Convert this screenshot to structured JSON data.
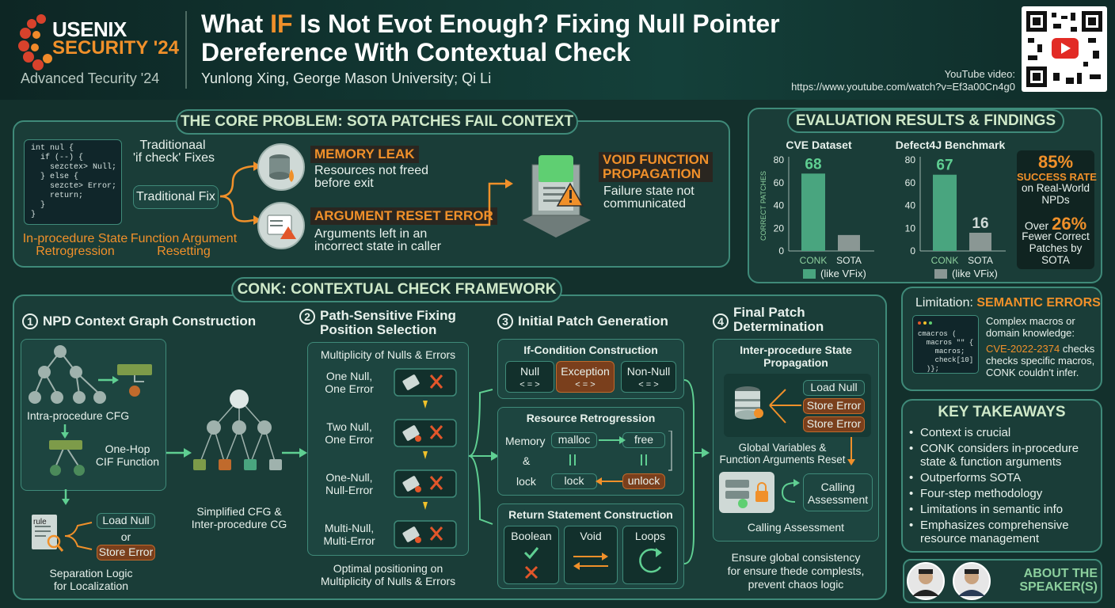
{
  "header": {
    "logo_line1": "USENIX",
    "logo_line2": "SECURITY '24",
    "logo_sub": "Advanced Tecurity '24",
    "title_part1": "What ",
    "title_highlight": "IF",
    "title_part2": " Is Not Evot Enough? Fixing Null Pointer Dereference With Contextual Check",
    "authors": "Yunlong Xing, George Mason University; Qi Li",
    "youtube_label": "YouTube video:",
    "youtube_url": "https://www.youtube.com/watch?v=Ef3a00Cn4g0"
  },
  "core_problem": {
    "heading": "THE CORE PROBLEM: SOTA PATCHES FAIL CONTEXT",
    "code": "int nul {\n  if (--) {\n    sezctex> Null;\n  } else {\n    sezcte> Error;\n    return;\n  }\n}",
    "caption_left": "In-procedure State\nRetrogression",
    "traditional_if": "Traditionaal\n'if check' Fixes",
    "traditional_fix": "Traditional Fix",
    "caption_mid": "Function Argument\nResetting",
    "memory_leak_title": "MEMORY LEAK",
    "memory_leak_desc": "Resources not freed\nbefore exit",
    "arg_reset_title": "ARGUMENT RESET ERROR",
    "arg_reset_desc": "Arguments left in an\nincorrect state in caller",
    "void_title": "VOID FUNCTION\nPROPAGATION",
    "void_desc": "Failure state not\ncommunicated"
  },
  "evaluation": {
    "heading": "EVALUATION RESULTS & FINDINGS",
    "success_pct": "85%",
    "success_label": "SUCCESS RATE",
    "success_sub": "on Real-World\nNPDs",
    "fewer_prefix": "Over ",
    "fewer_pct": "26%",
    "fewer_sub": "Fewer Correct\nPatches by\nSOTA"
  },
  "chart_data": [
    {
      "type": "bar",
      "title": "CVE Dataset",
      "ylabel": "CORRECT PATCHES",
      "categories": [
        "CONK",
        "SOTA"
      ],
      "values": [
        68,
        14
      ],
      "data_labels": [
        "68",
        ""
      ],
      "yticks": [
        0,
        20,
        40,
        60,
        80
      ],
      "ylim": [
        0,
        80
      ],
      "legend": "(like VFix)",
      "colors": [
        "#49a57f",
        "#8a9794"
      ]
    },
    {
      "type": "bar",
      "title": "Defect4J Benchmark",
      "categories": [
        "CONK",
        "SOTA"
      ],
      "values": [
        67,
        16
      ],
      "data_labels": [
        "67",
        "16"
      ],
      "yticks": [
        0,
        10,
        40,
        60,
        80
      ],
      "ylim": [
        0,
        80
      ],
      "legend": "(like VFix)",
      "colors": [
        "#49a57f",
        "#8a9794"
      ]
    }
  ],
  "limitation": {
    "label": "Limitation: ",
    "highlight": "SEMANTIC ERRORS",
    "code": "cmacros (\n  macros \"\" {\n    macros;\n    check[10]\n  )};",
    "desc1": "Complex macros or\ndomain knowledge:",
    "cve": "CVE-2022-2374",
    "desc2": " checks\nchecks specific macros,\nCONK couldn't infer."
  },
  "takeaways": {
    "heading": "KEY TAKEAWAYS",
    "items": [
      "Context is crucial",
      "CONK considers in-procedure state & function arguments",
      "Outperforms SOTA",
      "Four-step methodology",
      "Limitations in semantic info",
      "Emphasizes comprehensive resource management"
    ]
  },
  "speaker": {
    "label": "ABOUT THE\nSPEAKER(S)"
  },
  "conk": {
    "heading": "CONK: CONTEXTUAL CHECK FRAMEWORK",
    "step1": {
      "num": "1",
      "title": "NPD Context Graph Construction",
      "cfg": "Intra-procedure CFG",
      "onehop": "One-Hop\nCIF Function",
      "rule": "rule",
      "load_null": "Load Null",
      "or": "or",
      "store_error": "Store Error",
      "sep": "Separation Logic\nfor Localization",
      "simplified": "Simplified CFG &\nInter-procedure CG"
    },
    "step2": {
      "num": "2",
      "title": "Path-Sensitive Fixing\nPosition Selection",
      "box_title": "Multiplicity of Nulls & Errors",
      "rows": [
        "One Null,\nOne Error",
        "Two Null,\nOne Error",
        "One-Null,\nNull-Error",
        "Multi-Null,\nMulti-Error"
      ],
      "footer": "Optimal positioning on\nMultiplicity of Nulls & Errors"
    },
    "step3": {
      "num": "3",
      "title": "Initial Patch Generation",
      "if_title": "If-Condition Construction",
      "null": "Null",
      "exception": "Exception",
      "nonnull": "Non-Null",
      "op": "< = >",
      "res_title": "Resource Retrogression",
      "memory": "Memory",
      "amp": "&",
      "lock_label": "lock",
      "malloc": "malloc",
      "free": "free",
      "lock": "lock",
      "unlock": "unlock",
      "ret_title": "Return Statement Construction",
      "boolean": "Boolean",
      "void": "Void",
      "loops": "Loops"
    },
    "step4": {
      "num": "4",
      "title": "Final Patch\nDetermination",
      "box_title": "Inter-procedure State\nPropagation",
      "load_null": "Load Null",
      "store_error1": "Store Error",
      "store_error2": "Store Error",
      "global": "Global Variables &\nFunction Arguments Reset",
      "calling": "Calling\nAssessment",
      "calling2": "Calling Assessment",
      "footer": "Ensure global consistency\nfor ensure thede complests,\nprevent chaos logic"
    }
  }
}
